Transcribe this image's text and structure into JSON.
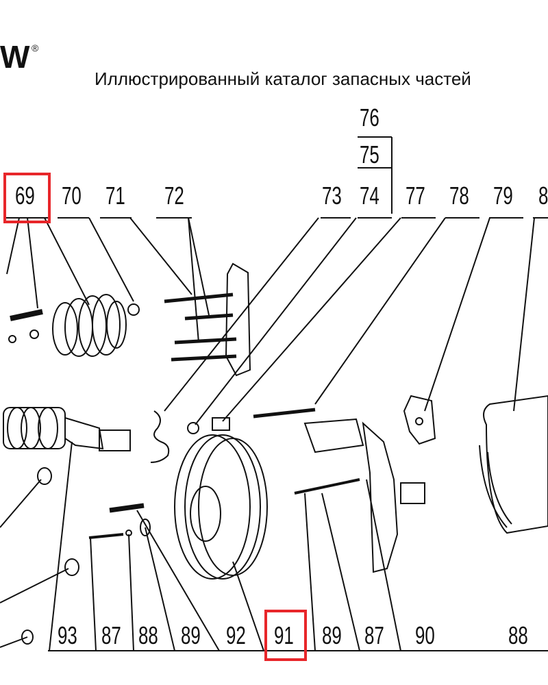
{
  "header": {
    "logo_text": "W",
    "registered": "®",
    "title": "Иллюстрированный каталог запасных частей"
  },
  "top_labels": [
    "69",
    "70",
    "71",
    "72",
    "73",
    "74",
    "75",
    "76",
    "77",
    "78",
    "79",
    "8"
  ],
  "bottom_labels": [
    "93",
    "87",
    "88",
    "89",
    "92",
    "91",
    "89",
    "87",
    "90",
    "88"
  ],
  "highlighted": [
    "69",
    "91"
  ],
  "highlight_color": "#e8262a"
}
